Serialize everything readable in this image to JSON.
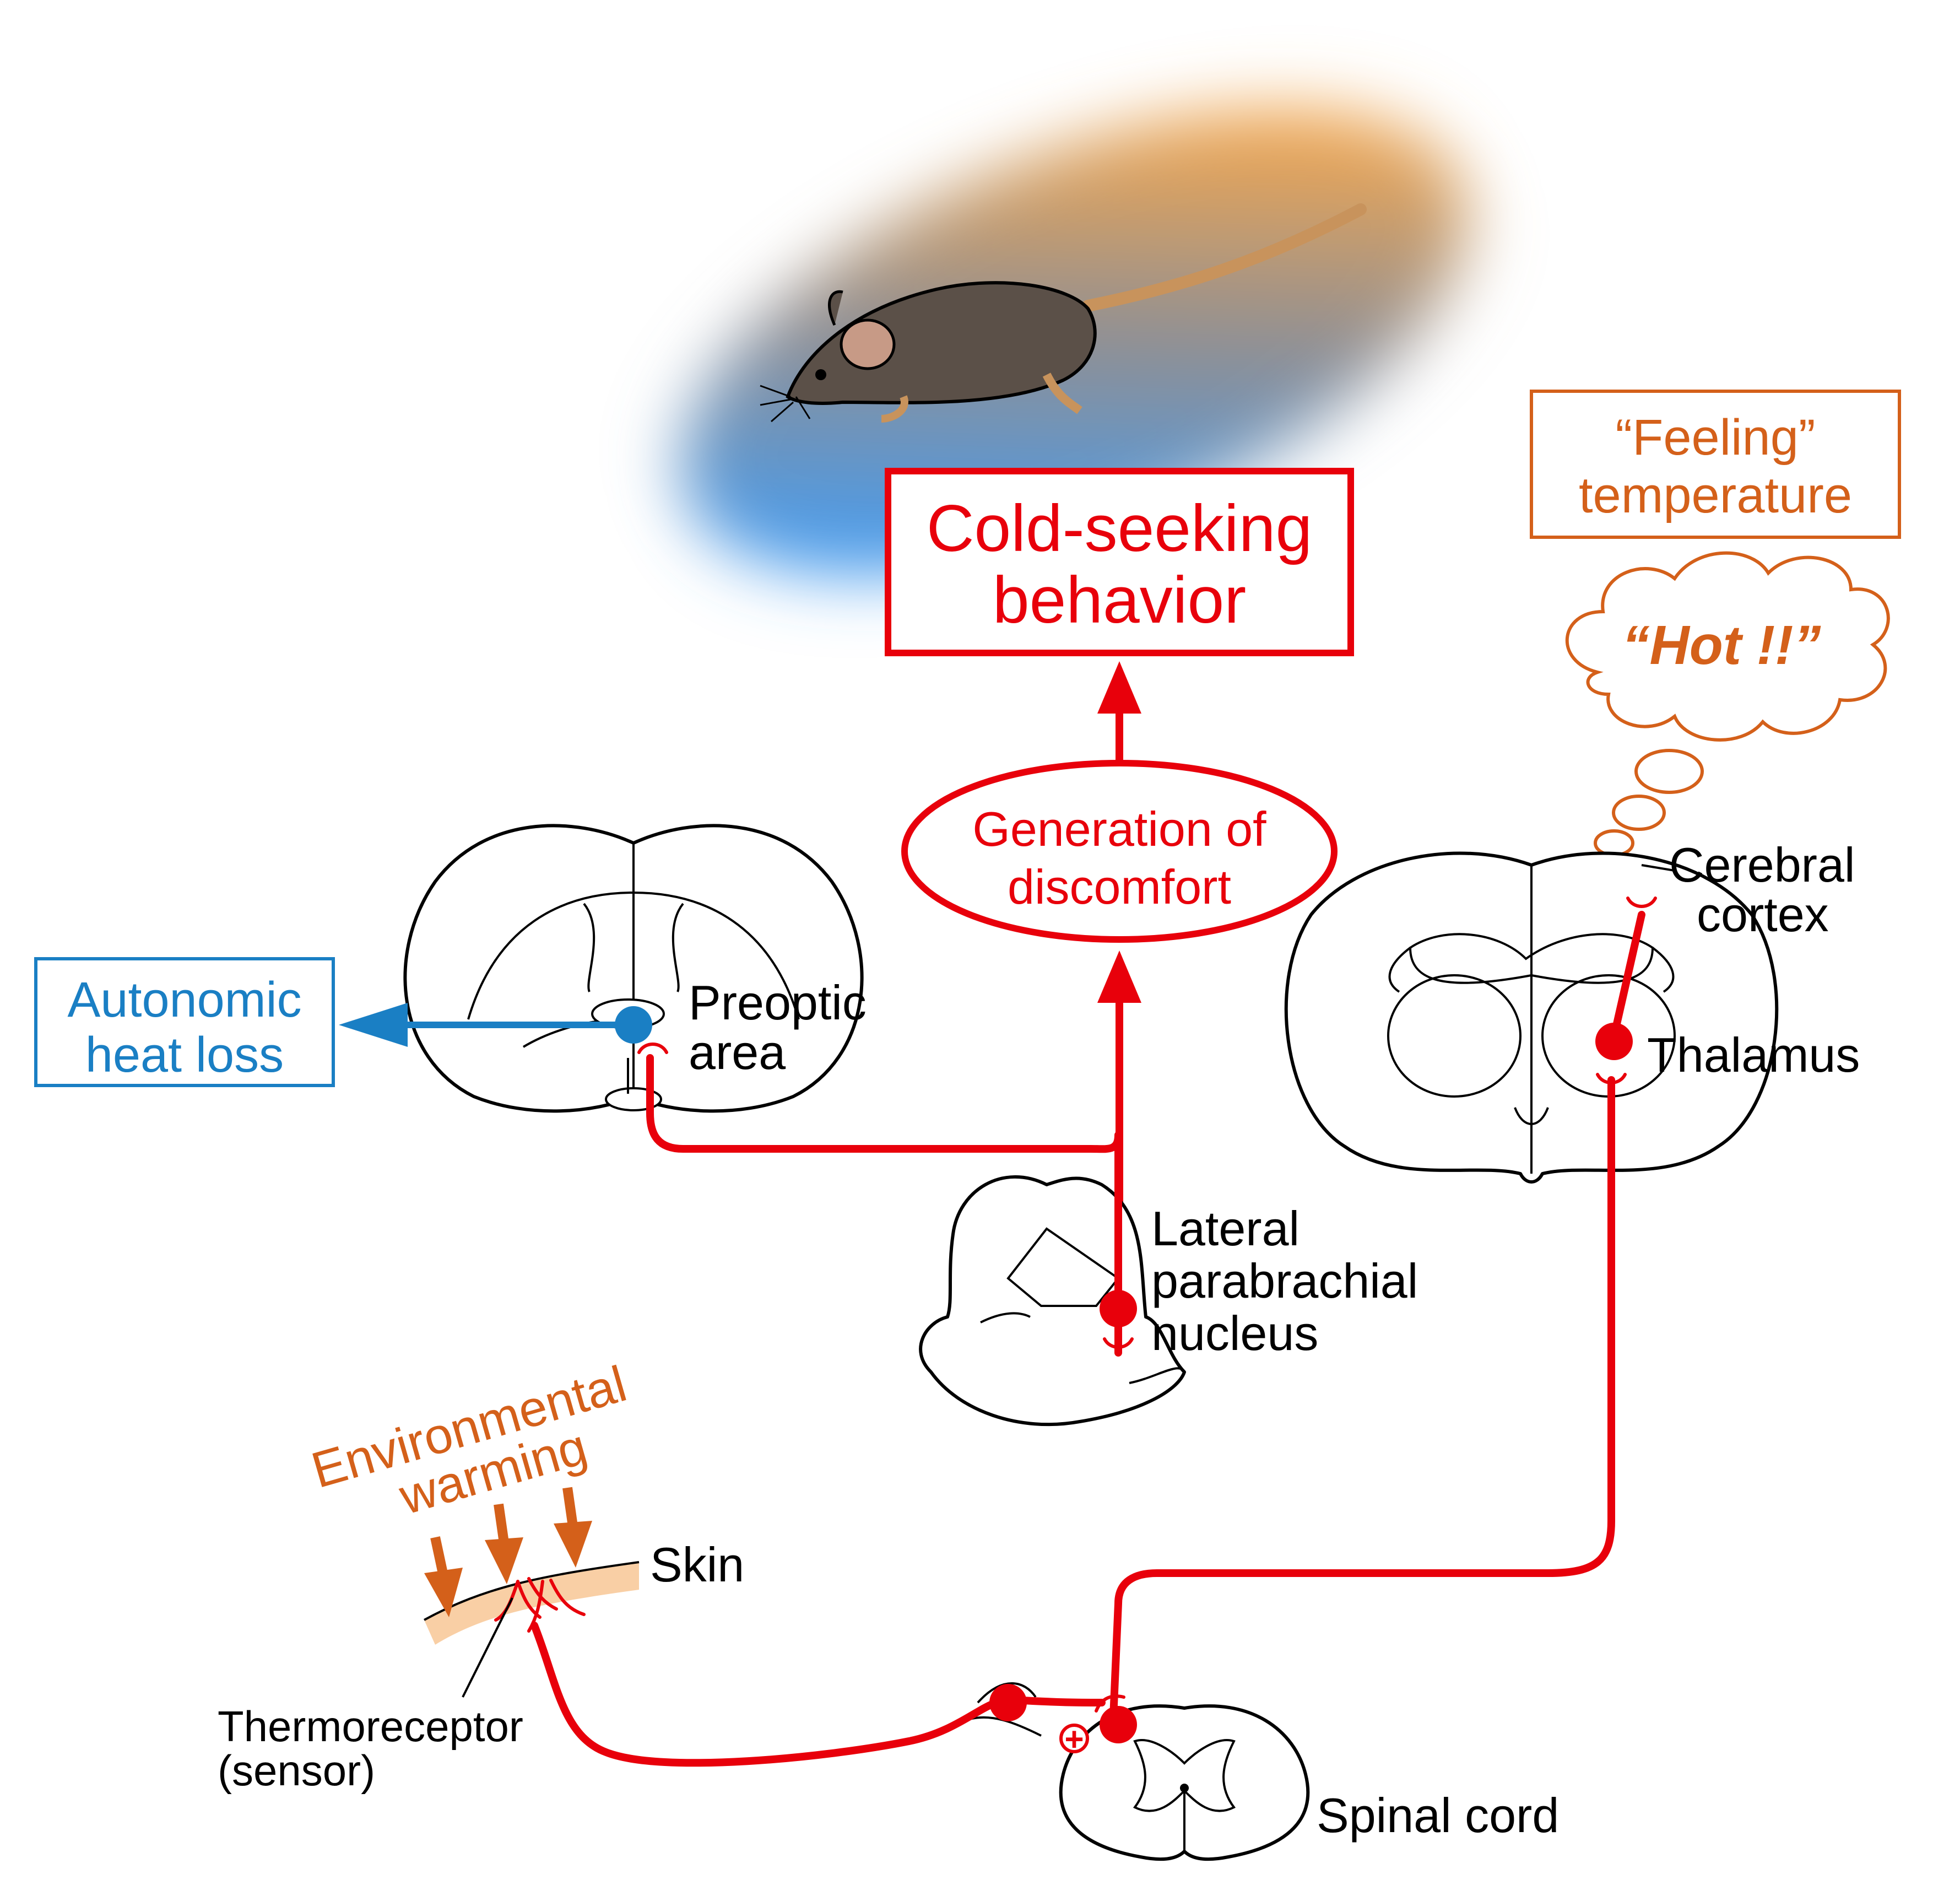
{
  "colors": {
    "pathway_red": "#e8000b",
    "autonomic_blue": "#1a7fc4",
    "feeling_orange": "#d4601a",
    "warm_gradient": "#f7a84c",
    "cold_gradient": "#3f9cf5",
    "skin_fill": "#f9cfa5",
    "mouse_body": "#5b5048",
    "mouse_tail": "#c8935c"
  },
  "boxes": {
    "behavior_line1": "Cold-seeking",
    "behavior_line2": "behavior",
    "feeling_line1": "“Feeling”",
    "feeling_line2": "temperature",
    "autonomic_line1": "Autonomic",
    "autonomic_line2": "heat loss"
  },
  "ellipse": {
    "line1": "Generation of",
    "line2": "discomfort"
  },
  "thought": {
    "text": "“Hot !!”"
  },
  "labels": {
    "preoptic_line1": "Preoptic",
    "preoptic_line2": "area",
    "cortex_line1": "Cerebral",
    "cortex_line2": "cortex",
    "thalamus": "Thalamus",
    "lpb_line1": "Lateral",
    "lpb_line2": "parabrachial",
    "lpb_line3": "nucleus",
    "env_line1": "Environmental",
    "env_line2": "warming",
    "skin": "Skin",
    "thermo_line1": "Thermoreceptor",
    "thermo_line2": "(sensor)",
    "spinal": "Spinal cord",
    "plus_sign": "+"
  },
  "icons": {
    "mouse": "mouse-icon",
    "brain_forebrain": "forebrain-section-icon",
    "brain_thalamus": "thalamic-section-icon",
    "brainstem": "brainstem-section-icon",
    "spinal_cord": "spinal-cord-section-icon",
    "skin": "skin-strip-icon"
  }
}
